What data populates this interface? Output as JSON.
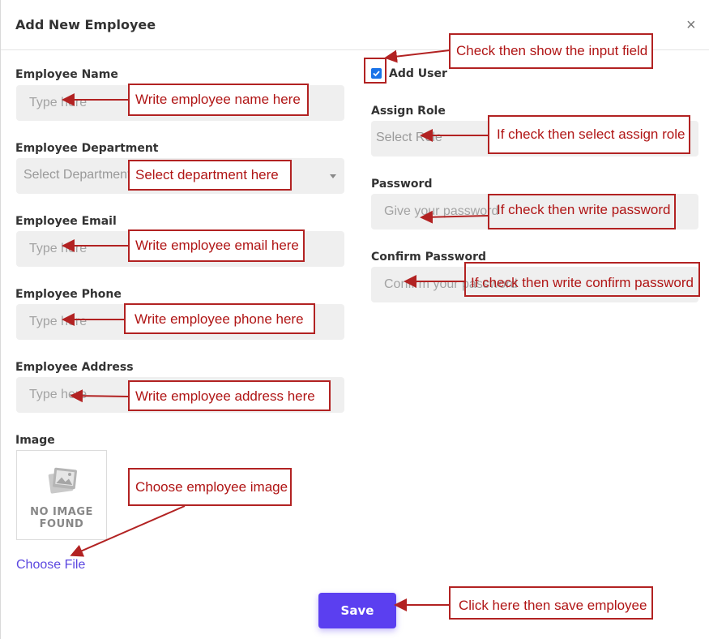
{
  "modal": {
    "title": "Add New Employee",
    "close_label": "×"
  },
  "form_left": {
    "name_label": "Employee Name",
    "name_placeholder": "Type here",
    "department_label": "Employee Department",
    "department_placeholder": "Select Department",
    "email_label": "Employee Email",
    "email_placeholder": "Type here",
    "phone_label": "Employee Phone",
    "phone_placeholder": "Type here",
    "address_label": "Employee Address",
    "address_placeholder": "Type here",
    "image_label": "Image",
    "no_image_line1": "NO IMAGE",
    "no_image_line2": "FOUND",
    "choose_file_label": "Choose File"
  },
  "form_right": {
    "add_user_label": "Add User",
    "add_user_checked": true,
    "role_label": "Assign Role",
    "role_placeholder": "Select Role",
    "password_label": "Password",
    "password_placeholder": "Give your password",
    "confirm_label": "Confirm Password",
    "confirm_placeholder": "Confirm your password"
  },
  "actions": {
    "save_label": "Save"
  },
  "annotations": {
    "add_user": "Check then show the input field",
    "name": "Write employee name here",
    "role": "If check then select assign role",
    "department": "Select department here",
    "password": "If check then write password",
    "email": "Write employee email here",
    "confirm": "If check then write confirm password",
    "phone": "Write employee phone here",
    "address": "Write employee address here",
    "image": "Choose employee image",
    "save": "Click here then save employee"
  },
  "colors": {
    "accent": "#5b3ff0",
    "annotation": "#b22222",
    "input_bg": "#efefef",
    "link": "#5b47e0"
  }
}
